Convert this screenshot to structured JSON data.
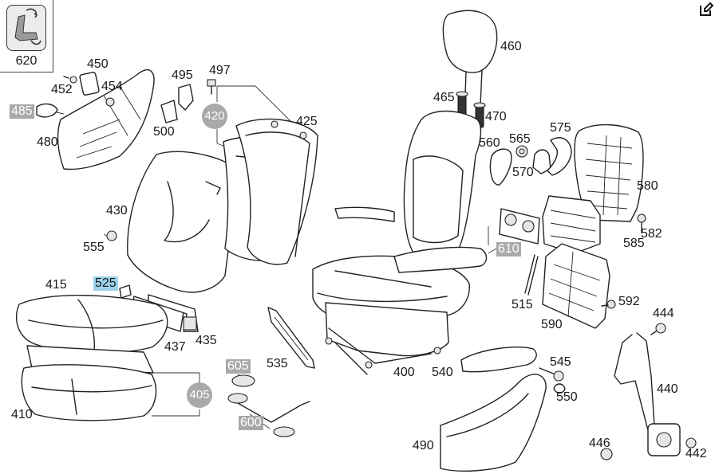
{
  "toolbar": {
    "edit_icon": "edit-icon"
  },
  "thumbnail": {
    "label": "620",
    "icon": "seat-adjust-icon"
  },
  "callouts": {
    "c405": "405",
    "c410": "410",
    "c415": "415",
    "c420": "420",
    "c425": "425",
    "c430": "430",
    "c435": "435",
    "c437": "437",
    "c440": "440",
    "c442": "442",
    "c444": "444",
    "c446": "446",
    "c450": "450",
    "c452": "452",
    "c454": "454",
    "c460": "460",
    "c465": "465",
    "c470": "470",
    "c480": "480",
    "c485": "485",
    "c490": "490",
    "c495": "495",
    "c497": "497",
    "c500": "500",
    "c515": "515",
    "c525": "525",
    "c535": "535",
    "c540": "540",
    "c545": "545",
    "c550": "550",
    "c555": "555",
    "c560": "560",
    "c565": "565",
    "c570": "570",
    "c575": "575",
    "c580": "580",
    "c582": "582",
    "c585": "585",
    "c590": "590",
    "c592": "592",
    "c600": "600",
    "c605": "605",
    "c610": "610",
    "c400": "400"
  },
  "colors": {
    "highlight_gray": "#a9a9a9",
    "highlight_blue": "#9fd3ea",
    "line": "#222222"
  }
}
